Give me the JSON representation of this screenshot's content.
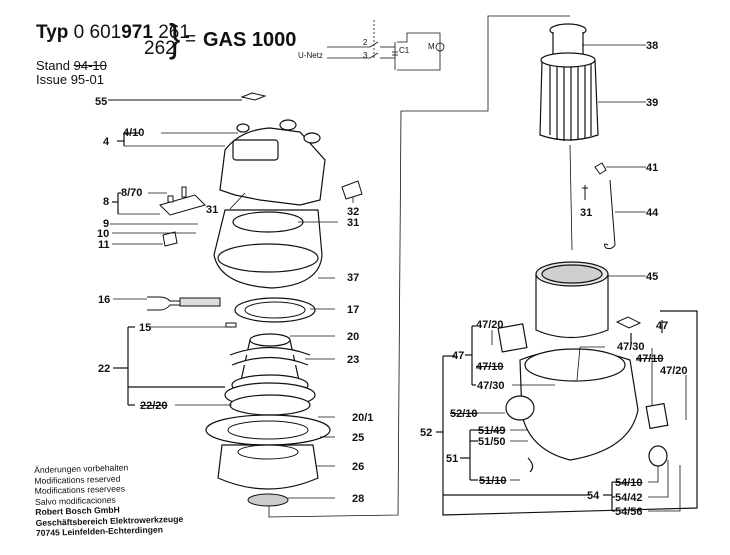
{
  "header": {
    "typ_label": "Typ",
    "typ_prefix": "0 601",
    "typ_bold": "971",
    "variant_1": "261",
    "variant_2": "262",
    "brace": "}",
    "equals": "=",
    "model": "GAS 1000",
    "stand_label": "Stand",
    "stand_value": "94-10",
    "issue_label": "Issue",
    "issue_value": "95-01"
  },
  "circuit": {
    "supply_label": "U-Netz",
    "switch_pole_1": "2",
    "switch_pole_2": "3",
    "capacitor_label": "C1",
    "motor_label": "M"
  },
  "footer": {
    "notes": [
      "Änderungen vorbehalten",
      "Modifications reserved",
      "Modifications reservees",
      "Salvo modificaciones"
    ],
    "company": [
      "Robert Bosch GmbH",
      "Geschäftsbereich Elektrowerkzeuge",
      "70745 Leinfelden-Echterdingen"
    ]
  },
  "part_labels": {
    "p55": "55",
    "p4": "4",
    "p4_10": "4/10",
    "p8": "8",
    "p8_70": "8/70",
    "p9": "9",
    "p10": "10",
    "p11": "11",
    "p31a": "31",
    "p32": "32",
    "p31b": "31",
    "p37": "37",
    "p16": "16",
    "p17": "17",
    "p15": "15",
    "p20": "20",
    "p22": "22",
    "p23": "23",
    "p22_20": "22/20",
    "p20_1": "20/1",
    "p25": "25",
    "p26": "26",
    "p28": "28",
    "p38": "38",
    "p39": "39",
    "p41": "41",
    "p31c": "31",
    "p44": "44",
    "p45": "45",
    "p47_20a": "47/20",
    "p47a": "47",
    "p47_10a": "47/10",
    "p47_30a": "47/30",
    "p47_30b": "47/30",
    "p47b": "47",
    "p47_10b": "47/10",
    "p47_20b": "47/20",
    "p52": "52",
    "p52_10": "52/10",
    "p51": "51",
    "p51_49": "51/49",
    "p51_50": "51/50",
    "p51_10": "51/10",
    "p54": "54",
    "p54_10": "54/10",
    "p54_42": "54/42",
    "p54_56": "54/56"
  }
}
